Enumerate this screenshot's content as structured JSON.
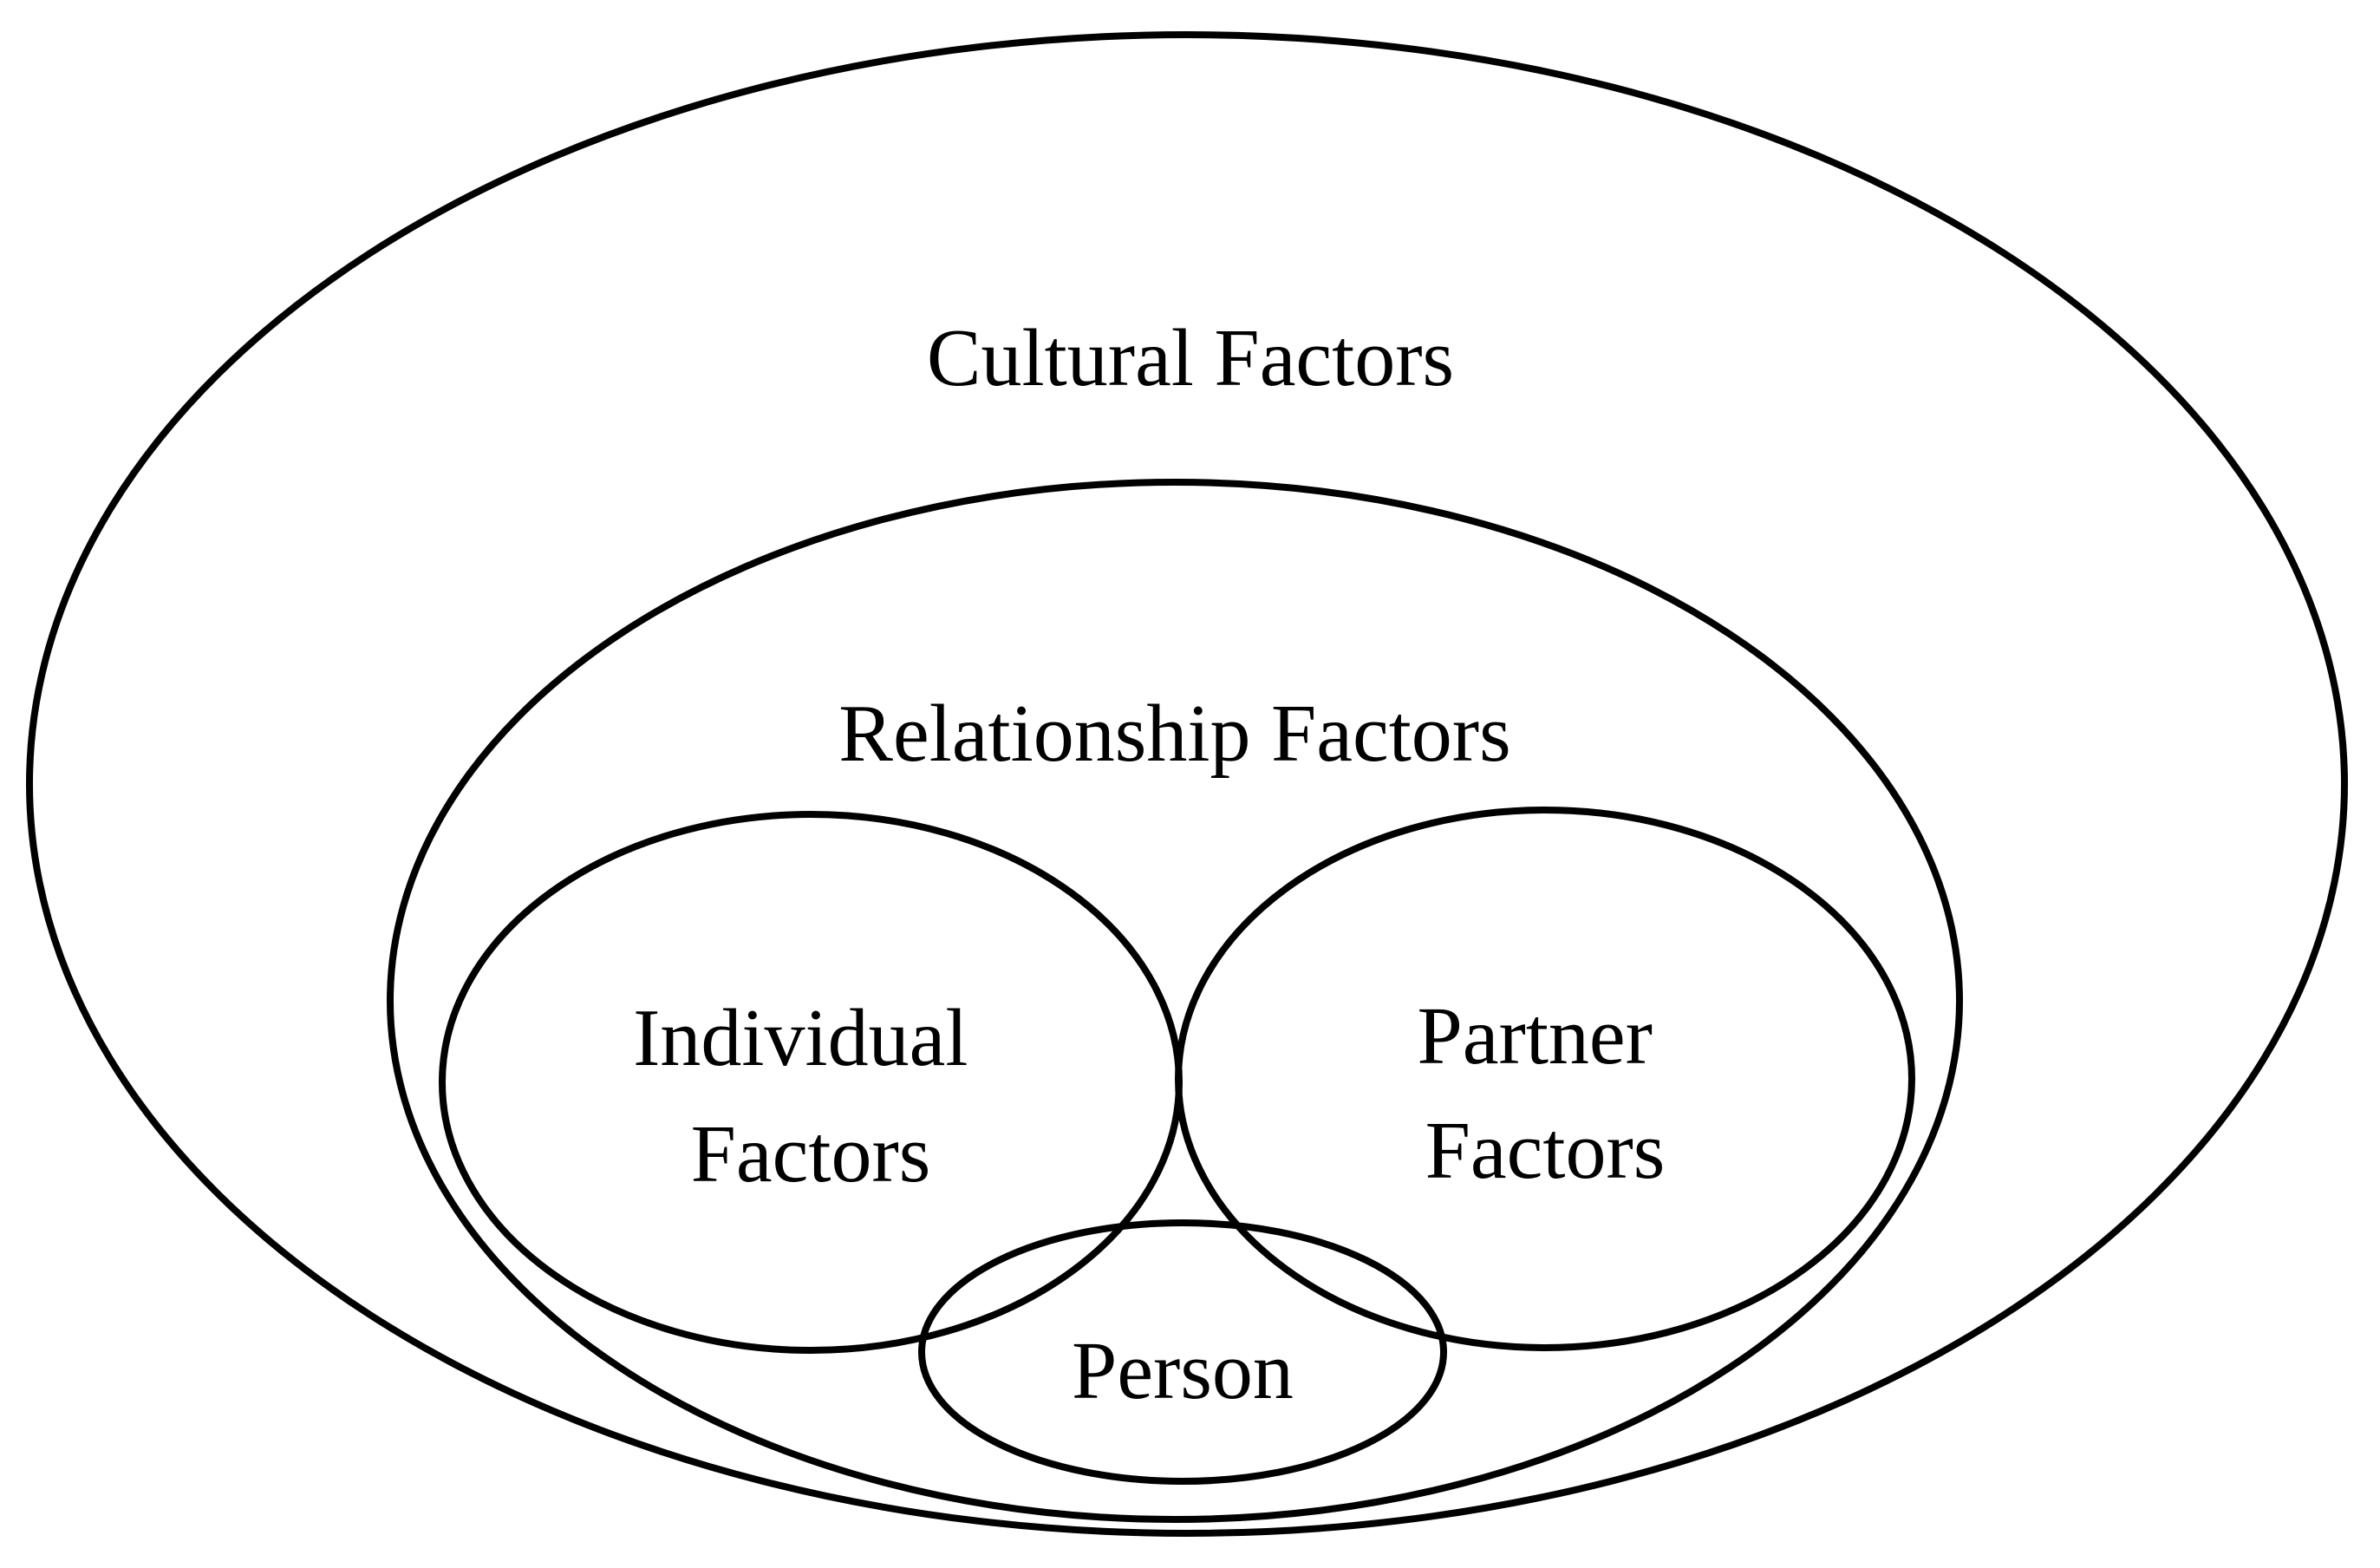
{
  "diagram": {
    "layers": [
      {
        "id": "cultural",
        "label": "Cultural Factors"
      },
      {
        "id": "relationship",
        "label": "Relationship Factors"
      },
      {
        "id": "individual",
        "label_lines": [
          "Individual",
          "Factors"
        ]
      },
      {
        "id": "partner",
        "label_lines": [
          "Partner",
          "Factors"
        ]
      },
      {
        "id": "person",
        "label": "Person"
      }
    ],
    "stroke_color": "#000000",
    "background": "#ffffff"
  }
}
